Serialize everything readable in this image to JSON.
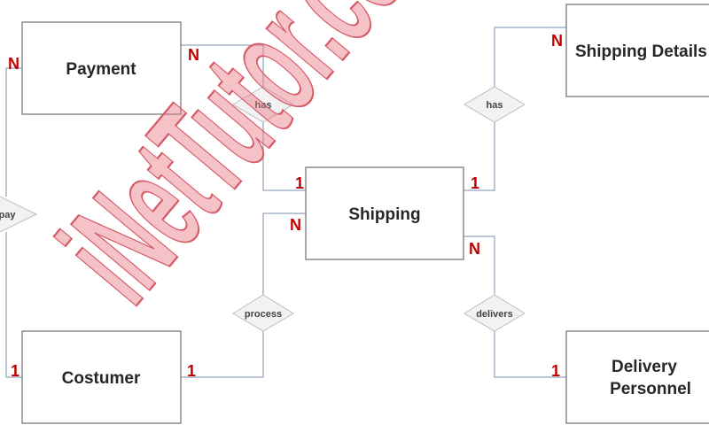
{
  "entities": {
    "payment": "Payment",
    "costumer": "Costumer",
    "shipping": "Shipping",
    "shipping_details": "Shipping Details",
    "delivery_personnel_line1": "Delivery",
    "delivery_personnel_line2": "Personnel"
  },
  "relationships": {
    "pay": "pay",
    "has_payment": "has",
    "process": "process",
    "has_details": "has",
    "delivers": "delivers"
  },
  "cardinalities": {
    "pay_payment": "N",
    "pay_costumer": "1",
    "has_payment_payment": "N",
    "has_payment_shipping": "1",
    "process_shipping": "N",
    "process_costumer": "1",
    "has_details_details": "N",
    "has_details_shipping": "1",
    "delivers_shipping": "N",
    "delivers_personnel": "1"
  },
  "watermark": "iNetTutor.com",
  "colors": {
    "cardinality": "#c00000",
    "watermark": "#e07882",
    "connector": "#7a8ea8"
  }
}
